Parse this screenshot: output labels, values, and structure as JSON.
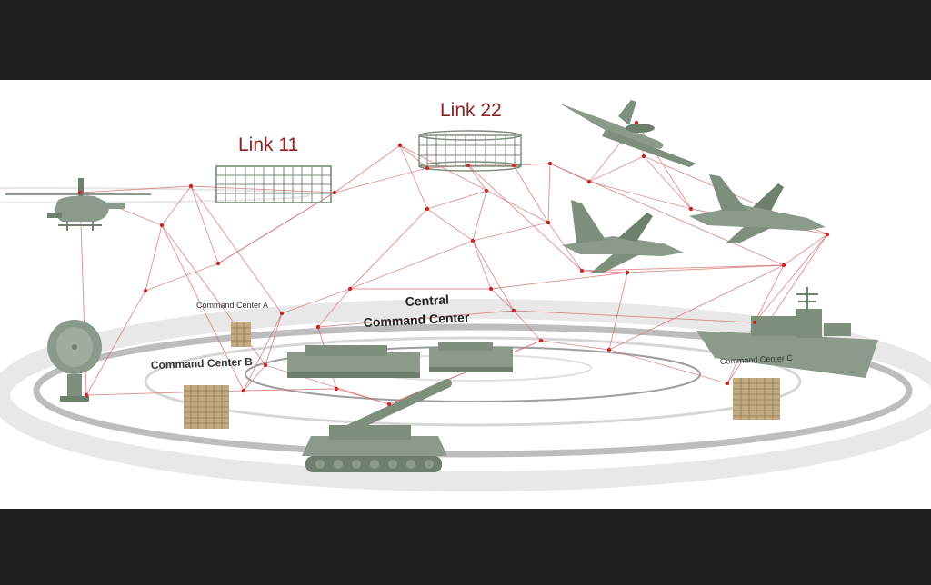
{
  "labels": {
    "link11": "Link 11",
    "link22": "Link 22",
    "central_line1": "Central",
    "central_line2": "Command Center",
    "cc_a": "Command Center A",
    "cc_b": "Command Center B",
    "cc_c": "Command Center C"
  },
  "colors": {
    "letterbox": "#1f1f1f",
    "background": "#ffffff",
    "link_line": "#d46a6a",
    "node": "#c62828",
    "title_red": "#8a2323",
    "vehicle": "#8b9a8a",
    "vehicle_dark": "#6f7f6e",
    "grid_box": "#7a8a78",
    "cube": "#b8a27a",
    "ring": "#bdbdbd"
  },
  "icons": [
    "helicopter-icon",
    "awacs-aircraft-icon",
    "fighter-jet-icon",
    "fighter-jet-icon",
    "warship-icon",
    "radar-dish-icon",
    "tank-icon",
    "armored-vehicle-icon",
    "armored-vehicle-icon",
    "server-cube-icon",
    "server-cube-icon",
    "server-cube-icon",
    "grid-cylinder-icon",
    "grid-box-icon"
  ]
}
